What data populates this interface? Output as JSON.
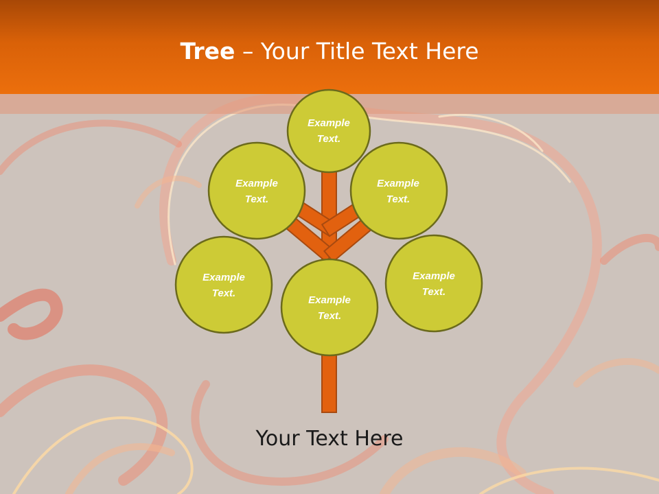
{
  "slide": {
    "title_bold": "Tree",
    "title_dash": " – ",
    "title_rest": "Your Title Text Here",
    "footer": "Your Text Here"
  },
  "tree": {
    "nodes": [
      {
        "line1": "Example",
        "line2": "Text."
      },
      {
        "line1": "Example",
        "line2": "Text."
      },
      {
        "line1": "Example",
        "line2": "Text."
      },
      {
        "line1": "Example",
        "line2": "Text."
      },
      {
        "line1": "Example",
        "line2": "Text."
      },
      {
        "line1": "Example",
        "line2": "Text."
      }
    ]
  },
  "colors": {
    "header": "#ec6f0d",
    "branch": "#e2610f",
    "node_fill": "#cdcb36",
    "node_stroke": "#6b6a1c"
  }
}
